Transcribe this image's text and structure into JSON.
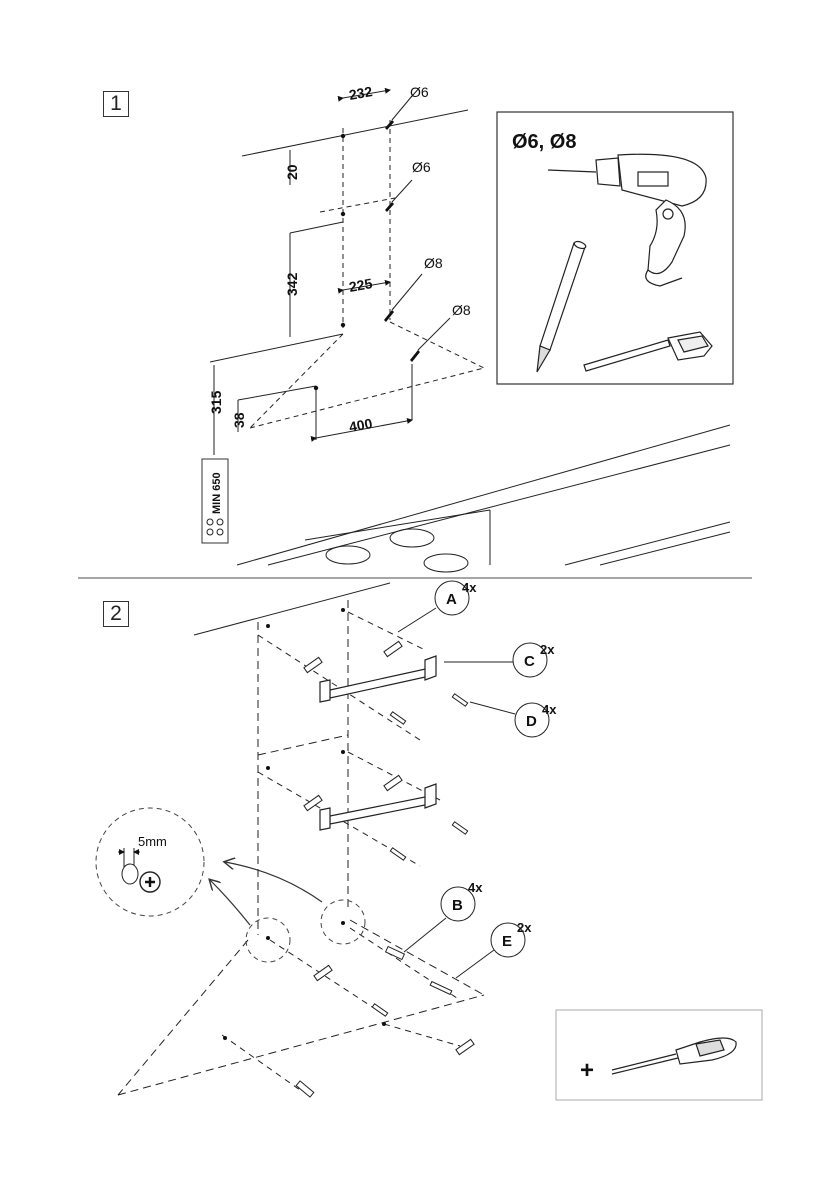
{
  "step1": {
    "number": "1",
    "dims": {
      "width_top": "232",
      "offset_top": "20",
      "spacing_vertical": "342",
      "width_mid": "225",
      "height_low": "315",
      "offset_low": "38",
      "width_base": "400"
    },
    "diameters": {
      "top_right": "Ø6",
      "upper_right": "Ø6",
      "mid_right": "Ø8",
      "low_right": "Ø8"
    },
    "min_label": "MIN 650",
    "tools_title": "Ø6, Ø8",
    "tools": [
      "drill-icon",
      "pencil-icon",
      "tape-measure-icon"
    ]
  },
  "step2": {
    "number": "2",
    "parts": [
      {
        "letter": "A",
        "qty": "4x"
      },
      {
        "letter": "C",
        "qty": "2x"
      },
      {
        "letter": "D",
        "qty": "4x"
      },
      {
        "letter": "B",
        "qty": "4x"
      },
      {
        "letter": "E",
        "qty": "2x"
      }
    ],
    "detail_label": "5mm",
    "tool_sign": "+",
    "tool": "screwdriver-icon"
  }
}
